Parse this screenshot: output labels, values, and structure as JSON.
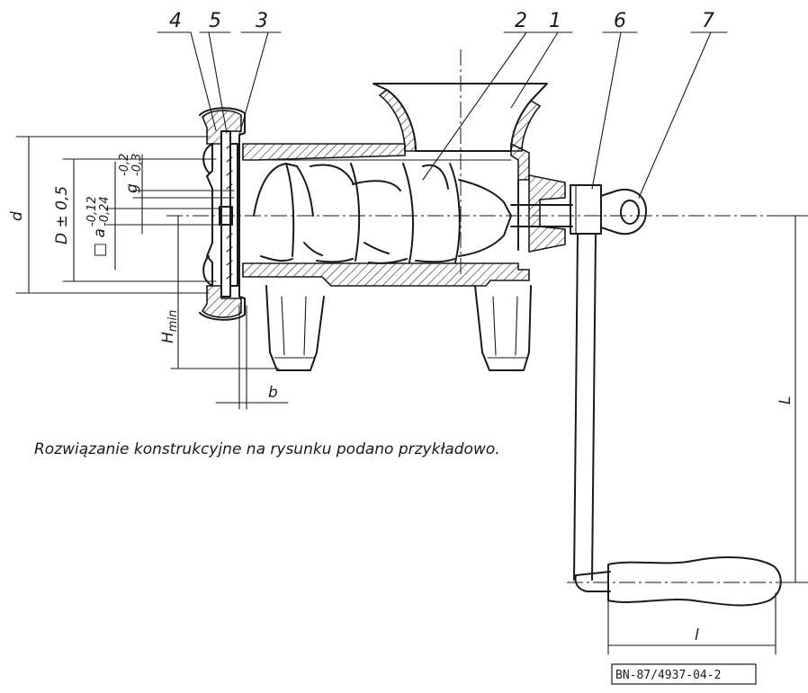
{
  "part_numbers": [
    "4",
    "5",
    "3",
    "2",
    "1",
    "6",
    "7"
  ],
  "dimensions": {
    "d": "d",
    "D": "D ± 0,5",
    "a": "□ a",
    "a_upper_tol": "-0,12",
    "a_lower_tol": "-0,24",
    "g": "g",
    "g_upper_tol": "-0,2",
    "g_lower_tol": "-0,3",
    "h_min_main": "H",
    "h_min_sub": "min",
    "b": "b",
    "L": "L",
    "l": "l"
  },
  "note": "Rozwiązanie konstrukcyjne na rysunku podano przykładowo.",
  "reference": "BN-87/4937-04-2"
}
